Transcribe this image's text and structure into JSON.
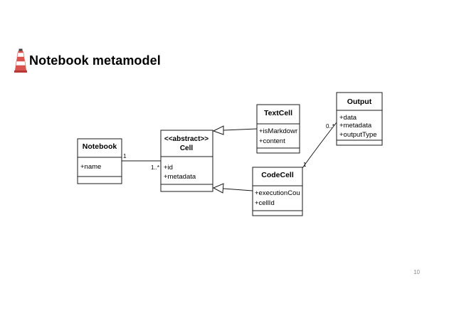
{
  "slide": {
    "title": "Notebook metamodel",
    "page_number": "10"
  },
  "classes": {
    "notebook": {
      "name": "Notebook",
      "attributes": [
        "+name"
      ]
    },
    "cell": {
      "stereotype": "<<abstract>>",
      "name": "Cell",
      "attributes": [
        "+id",
        "+metadata"
      ]
    },
    "textcell": {
      "name": "TextCell",
      "attributes": [
        "+isMarkdowr",
        "+content"
      ]
    },
    "codecell": {
      "name": "CodeCell",
      "attributes": [
        "+executionCou",
        "+cellId"
      ]
    },
    "output": {
      "name": "Output",
      "attributes": [
        "+data",
        "+metadata",
        "+outputType"
      ]
    }
  },
  "associations": {
    "notebook_cell": {
      "source_multiplicity": "1",
      "target_multiplicity": "1..*"
    },
    "codecell_output": {
      "source_multiplicity": "1",
      "target_multiplicity": "0..*"
    }
  },
  "colors": {
    "line": "#1a1a1a",
    "page_number": "#8a8a8a",
    "logo_red": "#d9534f",
    "logo_white": "#ffffff"
  }
}
